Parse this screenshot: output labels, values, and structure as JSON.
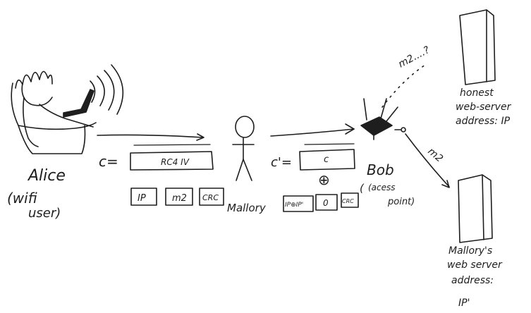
{
  "alice": {
    "name": "Alice",
    "role_line1": "(wifi",
    "role_line2": "user)"
  },
  "mallory": {
    "name": "Mallory"
  },
  "bob": {
    "name": "Bob",
    "role_line1": "(acess",
    "role_line2": "point)"
  },
  "packets": {
    "alice_prefix": "c=",
    "alice_box": "RC4 IV",
    "alice_fields": [
      "IP",
      "m2",
      "CRC"
    ],
    "mallory_prefix": "c'=",
    "mallory_box": "c",
    "xor_symbol": "⊕",
    "mallory_fields": [
      "IP⊕IP'",
      "0",
      "CRC"
    ]
  },
  "honest_server": {
    "line1": "honest",
    "line2": "web-server",
    "line3": "address: IP"
  },
  "mallory_server": {
    "line1": "Mallory's",
    "line2": "web server",
    "line3": "address:",
    "line4": "IP'"
  },
  "links": {
    "to_honest": "m2....?",
    "to_mallory": "m2"
  }
}
